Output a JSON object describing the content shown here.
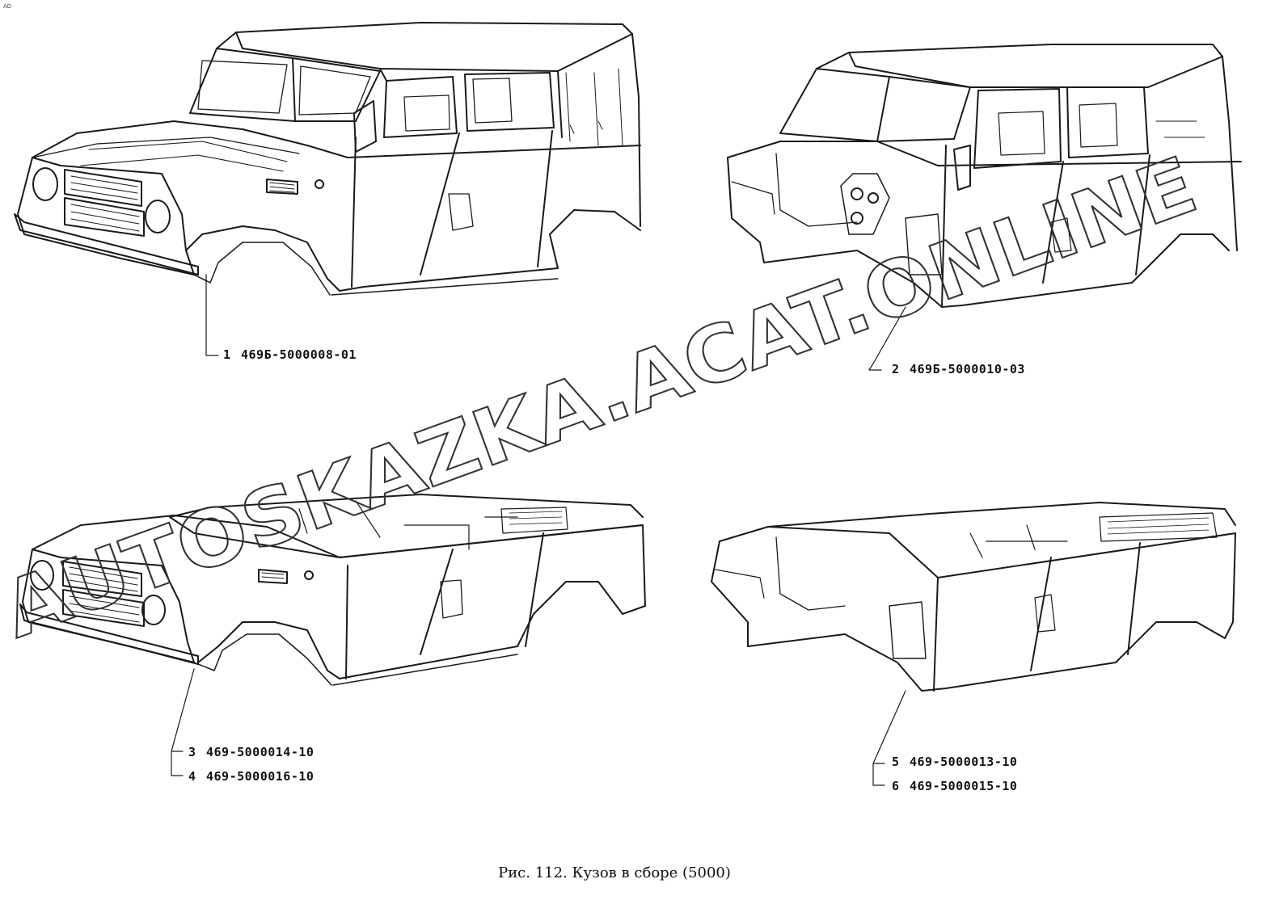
{
  "corner_mark": "AD",
  "parts": [
    {
      "index": "1",
      "number": "469Б-5000008-01"
    },
    {
      "index": "2",
      "number": "469Б-5000010-03"
    },
    {
      "index": "3",
      "number": "469-5000014-10"
    },
    {
      "index": "4",
      "number": "469-5000016-10"
    },
    {
      "index": "5",
      "number": "469-5000013-10"
    },
    {
      "index": "6",
      "number": "469-5000015-10"
    }
  ],
  "caption": "Рис. 112. Кузов в сборе (5000)",
  "watermark": "AUTOSKAZKA.ACAT.ONLINE"
}
